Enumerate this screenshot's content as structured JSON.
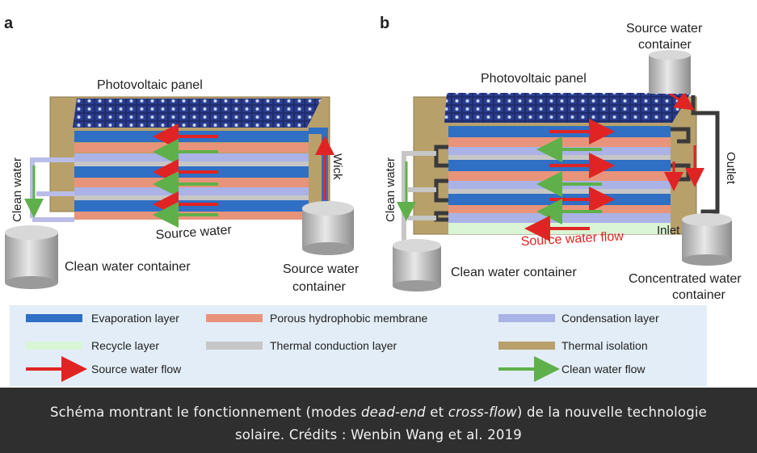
{
  "panels": {
    "a": {
      "letter": "a",
      "pv_label": "Photovoltaic panel",
      "clean_water": "Clean water",
      "wick": "Wick",
      "source_water": "Source water",
      "clean_container": "Clean water container",
      "source_container_1": "Source water",
      "source_container_2": "container"
    },
    "b": {
      "letter": "b",
      "pv_label": "Photovoltaic panel",
      "top_container_1": "Source water",
      "top_container_2": "container",
      "clean_water": "Clean water",
      "outlet": "Outlet",
      "inlet": "Inlet",
      "source_flow": "Source water flow",
      "clean_container": "Clean water container",
      "conc_container_1": "Concentrated water",
      "conc_container_2": "container"
    }
  },
  "legend": [
    {
      "label": "Evaporation layer",
      "color": "#2f6fc4",
      "kind": "bar"
    },
    {
      "label": "Porous hydrophobic membrane",
      "color": "#e8947a",
      "kind": "bar"
    },
    {
      "label": "Condensation layer",
      "color": "#aab2e6",
      "kind": "bar"
    },
    {
      "label": "Recycle layer",
      "color": "#d9f5d5",
      "kind": "bar"
    },
    {
      "label": "Thermal conduction layer",
      "color": "#c6c6c6",
      "kind": "bar"
    },
    {
      "label": "Thermal isolation",
      "color": "#b8a06a",
      "kind": "bar"
    },
    {
      "label": "Source water flow",
      "color": "#e02424",
      "kind": "arrow"
    },
    {
      "label": "Clean water flow",
      "color": "#5fb04a",
      "kind": "arrow"
    }
  ],
  "caption": {
    "p1": "Schéma montrant le fonctionnement (modes ",
    "mode1": "dead-end",
    "p2": " et ",
    "mode2": "cross-flow",
    "p3": ") de la nouvelle technologie solaire. Crédits : Wenbin Wang et al. 2019"
  }
}
